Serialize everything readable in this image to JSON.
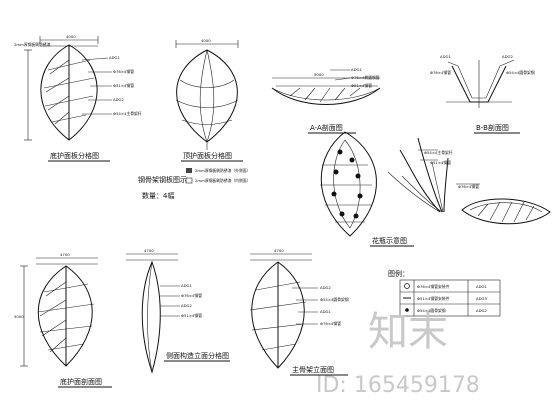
{
  "titles": {
    "plan_top_left": "底护面板分格图",
    "plan_top_mid": "顶护面板分格图",
    "section_aa": "A-A剖面图",
    "section_bb": "B-B剖面图",
    "vase_view": "花瓶示意图",
    "plan_bottom_left": "底护面剖面图",
    "plan_bottom_mid": "侧面构造立面分格图",
    "plan_bottom_right": "主骨架立面图"
  },
  "notes": {
    "steel_title": "钢骨架钢板图示",
    "quantity": "数量：4幅",
    "legend_row1": "2mm厚钢板刷防锈漆（外侧面）",
    "legend_row2": "2mm厚钢板刷防锈漆（内侧面）"
  },
  "dims": {
    "top_left": "4000",
    "top_mid": "4000",
    "aa_width": "5000",
    "bottom_left": "4700",
    "bottom_mid": "4700",
    "bottom_right": "4700",
    "left_side": "5000",
    "left_label": "2mm厚钢板刷防锈漆"
  },
  "callouts": {
    "ad_a": "ADG1",
    "ad_b": "ADG2",
    "ad_c": "ADG3",
    "spec_a": "Φ76×4钢管",
    "spec_b": "Φ51×4钢管",
    "spec_c": "Φ54×4主骨架杆",
    "spec_d": "Φ76×4椭圆钢管",
    "spec_e": "Φ54×4圆骨架钢",
    "bb_note": "B-B"
  },
  "legend": {
    "title": "图例：",
    "rows": [
      {
        "spec": "Φ76×4钢管安装件",
        "code": "ADG1"
      },
      {
        "spec": "Φ51×4钢管安装件",
        "code": "ADG3"
      },
      {
        "spec": "Φ54×4圆骨架钢",
        "code": "ADG2"
      }
    ]
  },
  "watermark": {
    "logo": "知末",
    "id_text": "ID: 165459178"
  }
}
